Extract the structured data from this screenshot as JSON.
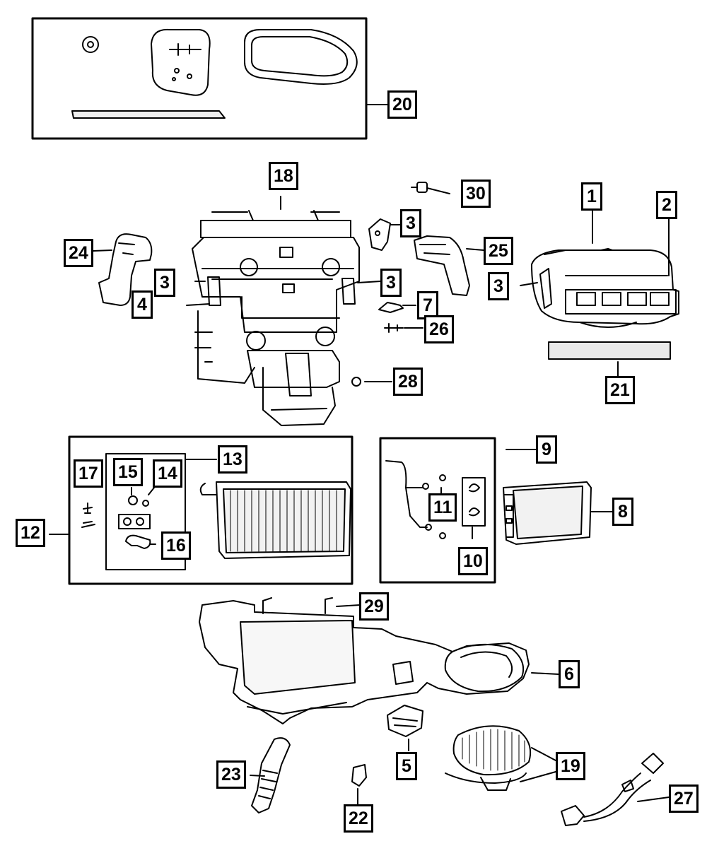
{
  "callouts": {
    "c1": "1",
    "c2": "2",
    "c3a": "3",
    "c3b": "3",
    "c3c": "3",
    "c3d": "3",
    "c4": "4",
    "c5": "5",
    "c6": "6",
    "c7": "7",
    "c8": "8",
    "c9": "9",
    "c10": "10",
    "c11": "11",
    "c12": "12",
    "c13": "13",
    "c14": "14",
    "c15": "15",
    "c16": "16",
    "c17": "17",
    "c18": "18",
    "c19": "19",
    "c20": "20",
    "c21": "21",
    "c22": "22",
    "c23": "23",
    "c24": "24",
    "c25": "25",
    "c26": "26",
    "c27": "27",
    "c28": "28",
    "c29": "29",
    "c30": "30"
  },
  "colors": {
    "line": "#000000",
    "background": "#ffffff",
    "shade": "#cccccc"
  }
}
